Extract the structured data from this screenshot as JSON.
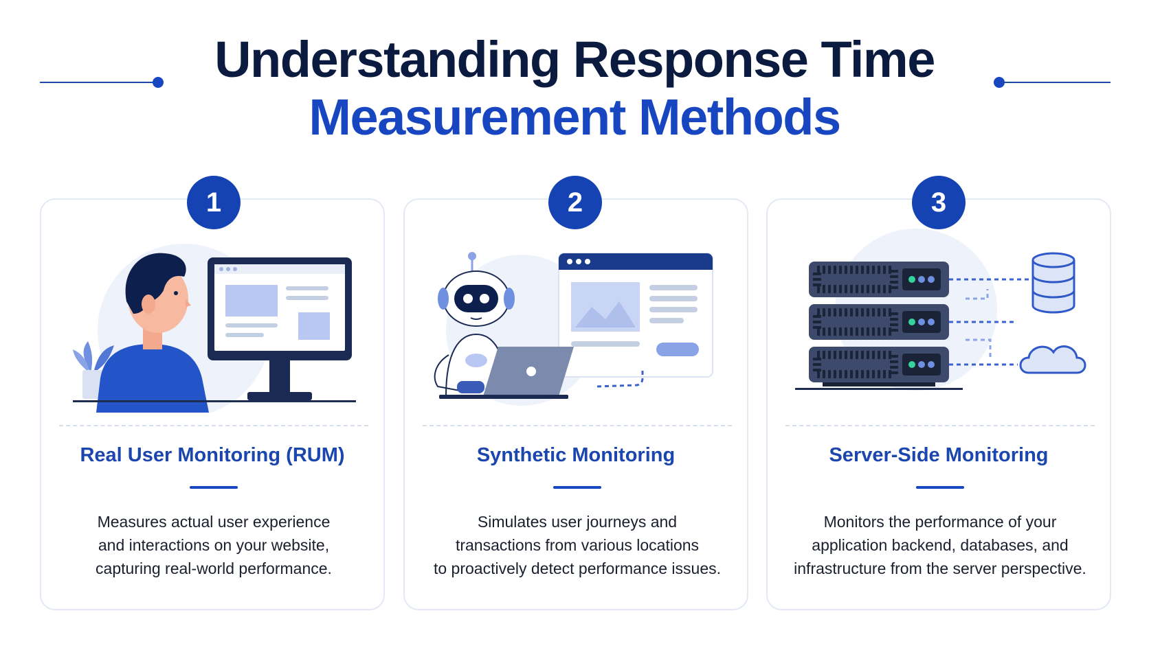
{
  "header": {
    "title_line1": "Understanding Response Time",
    "title_line2": "Measurement Methods"
  },
  "colors": {
    "navy": "#0b1a3f",
    "accent_blue": "#1746c0",
    "light_blue": "#b9c8f2",
    "card_border": "#e3e9f4"
  },
  "cards": [
    {
      "number": "1",
      "title": "Real User Monitoring (RUM)",
      "illustration": "person-at-monitor",
      "desc_lines": [
        "Measures actual user experience",
        "and interactions on your website,",
        "capturing real-world performance."
      ]
    },
    {
      "number": "2",
      "title": "Synthetic Monitoring",
      "illustration": "robot-with-laptop",
      "desc_lines": [
        "Simulates user journeys and",
        "transactions from various locations",
        "to proactively detect performance issues."
      ]
    },
    {
      "number": "3",
      "title": "Server-Side Monitoring",
      "illustration": "server-rack-database-cloud",
      "desc_lines": [
        "Monitors the performance of your",
        "application backend, databases, and",
        "infrastructure from the server perspective."
      ]
    }
  ]
}
